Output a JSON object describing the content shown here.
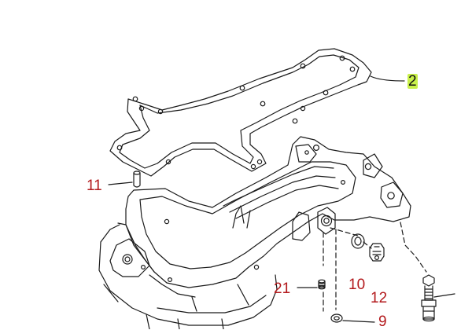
{
  "callouts": [
    {
      "id": "2",
      "label": "2",
      "highlighted": true
    },
    {
      "id": "11",
      "label": "11",
      "highlighted": false
    },
    {
      "id": "21",
      "label": "21",
      "highlighted": false
    },
    {
      "id": "10",
      "label": "10",
      "highlighted": false
    },
    {
      "id": "12",
      "label": "12",
      "highlighted": false
    },
    {
      "id": "9",
      "label": "9",
      "highlighted": false
    }
  ],
  "colors": {
    "line": "#1a1a1a",
    "callout_text": "#b3191c",
    "highlight": "#c8f04a"
  }
}
